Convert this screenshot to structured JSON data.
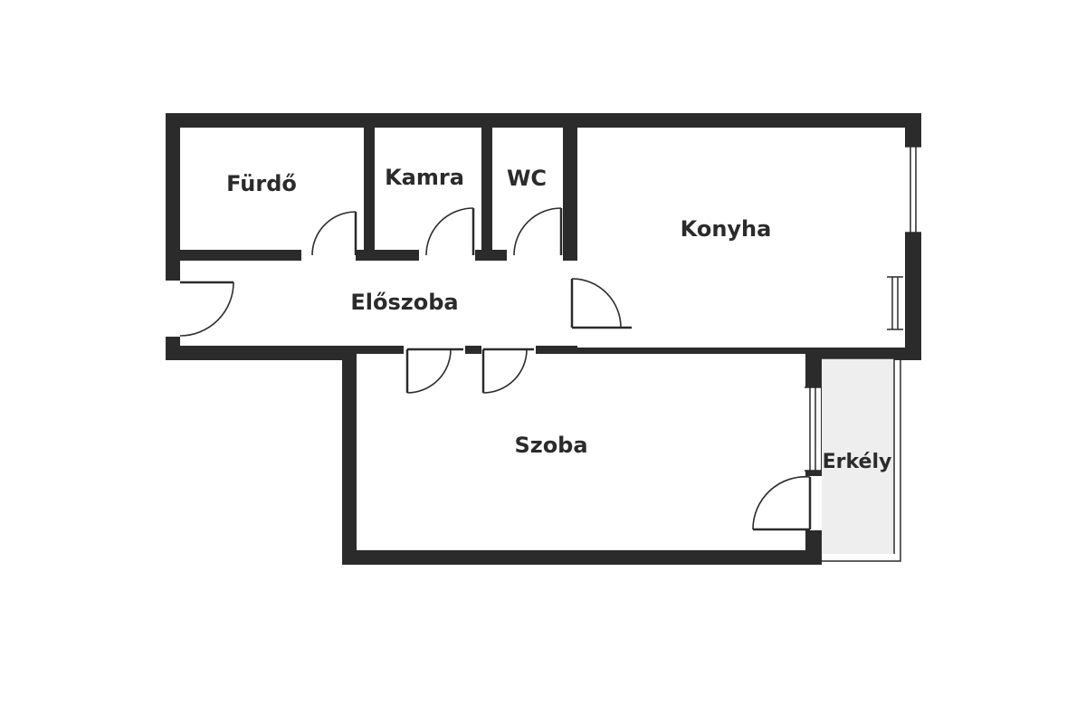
{
  "plan": {
    "rooms": {
      "furdo": "Fürdő",
      "kamra": "Kamra",
      "wc": "WC",
      "konyha": "Konyha",
      "eloszoba": "Előszoba",
      "szoba": "Szoba",
      "erkely": "Erkély"
    }
  },
  "colors": {
    "wall": "#2b2b2b",
    "background": "#ffffff",
    "balcony": "#eeeeee"
  }
}
